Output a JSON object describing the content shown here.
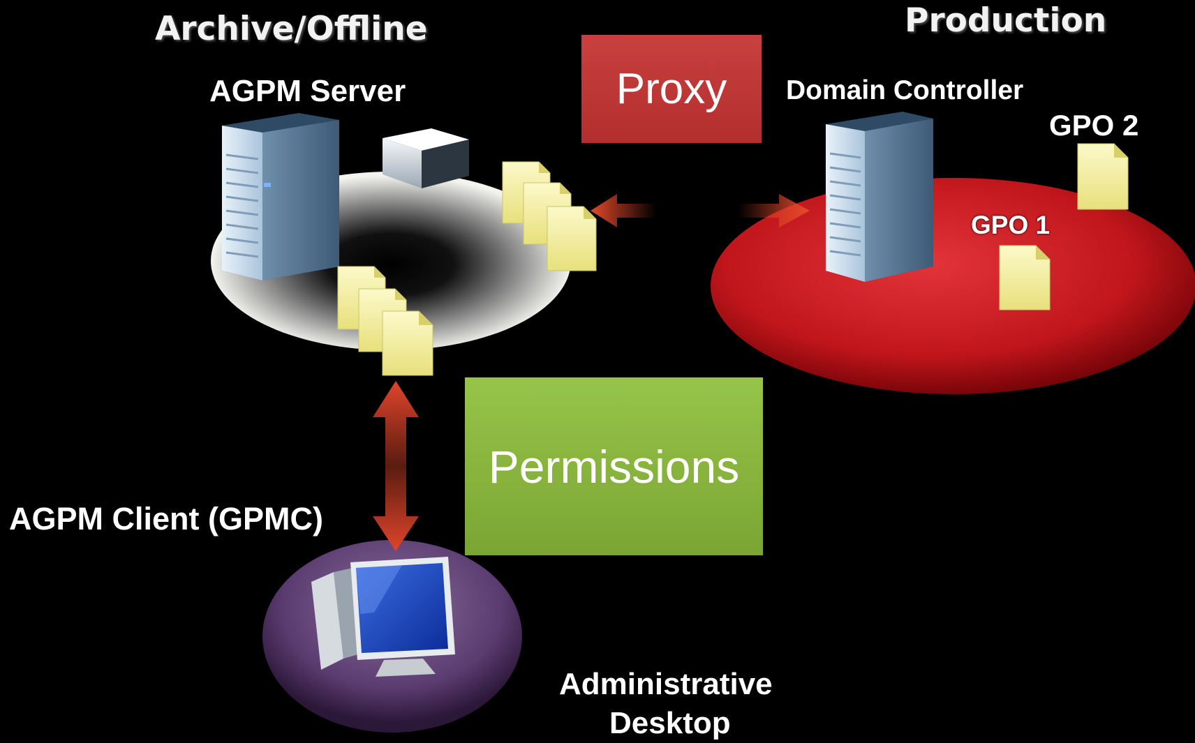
{
  "sections": {
    "archive_title": "Archive/Offline",
    "production_title": "Production"
  },
  "nodes": {
    "agpm_server": "AGPM Server",
    "domain_controller": "Domain Controller",
    "agpm_client": "AGPM Client (GPMC)",
    "admin_desktop_line1": "Administrative",
    "admin_desktop_line2": "Desktop"
  },
  "gpos": {
    "gpo1": "GPO 1",
    "gpo2": "GPO 2"
  },
  "boxes": {
    "proxy": "Proxy",
    "permissions": "Permissions"
  },
  "colors": {
    "proxy_box": "#c0393a",
    "permissions_box": "#8bb53f",
    "production_disc": "#c1161b",
    "desktop_disc": "#5c3f70",
    "arrow": "#d8482a",
    "background": "#000000"
  },
  "icons": {
    "server": "server-tower-icon",
    "storage": "storage-box-icon",
    "document": "document-icon",
    "desktop": "desktop-computer-icon"
  }
}
